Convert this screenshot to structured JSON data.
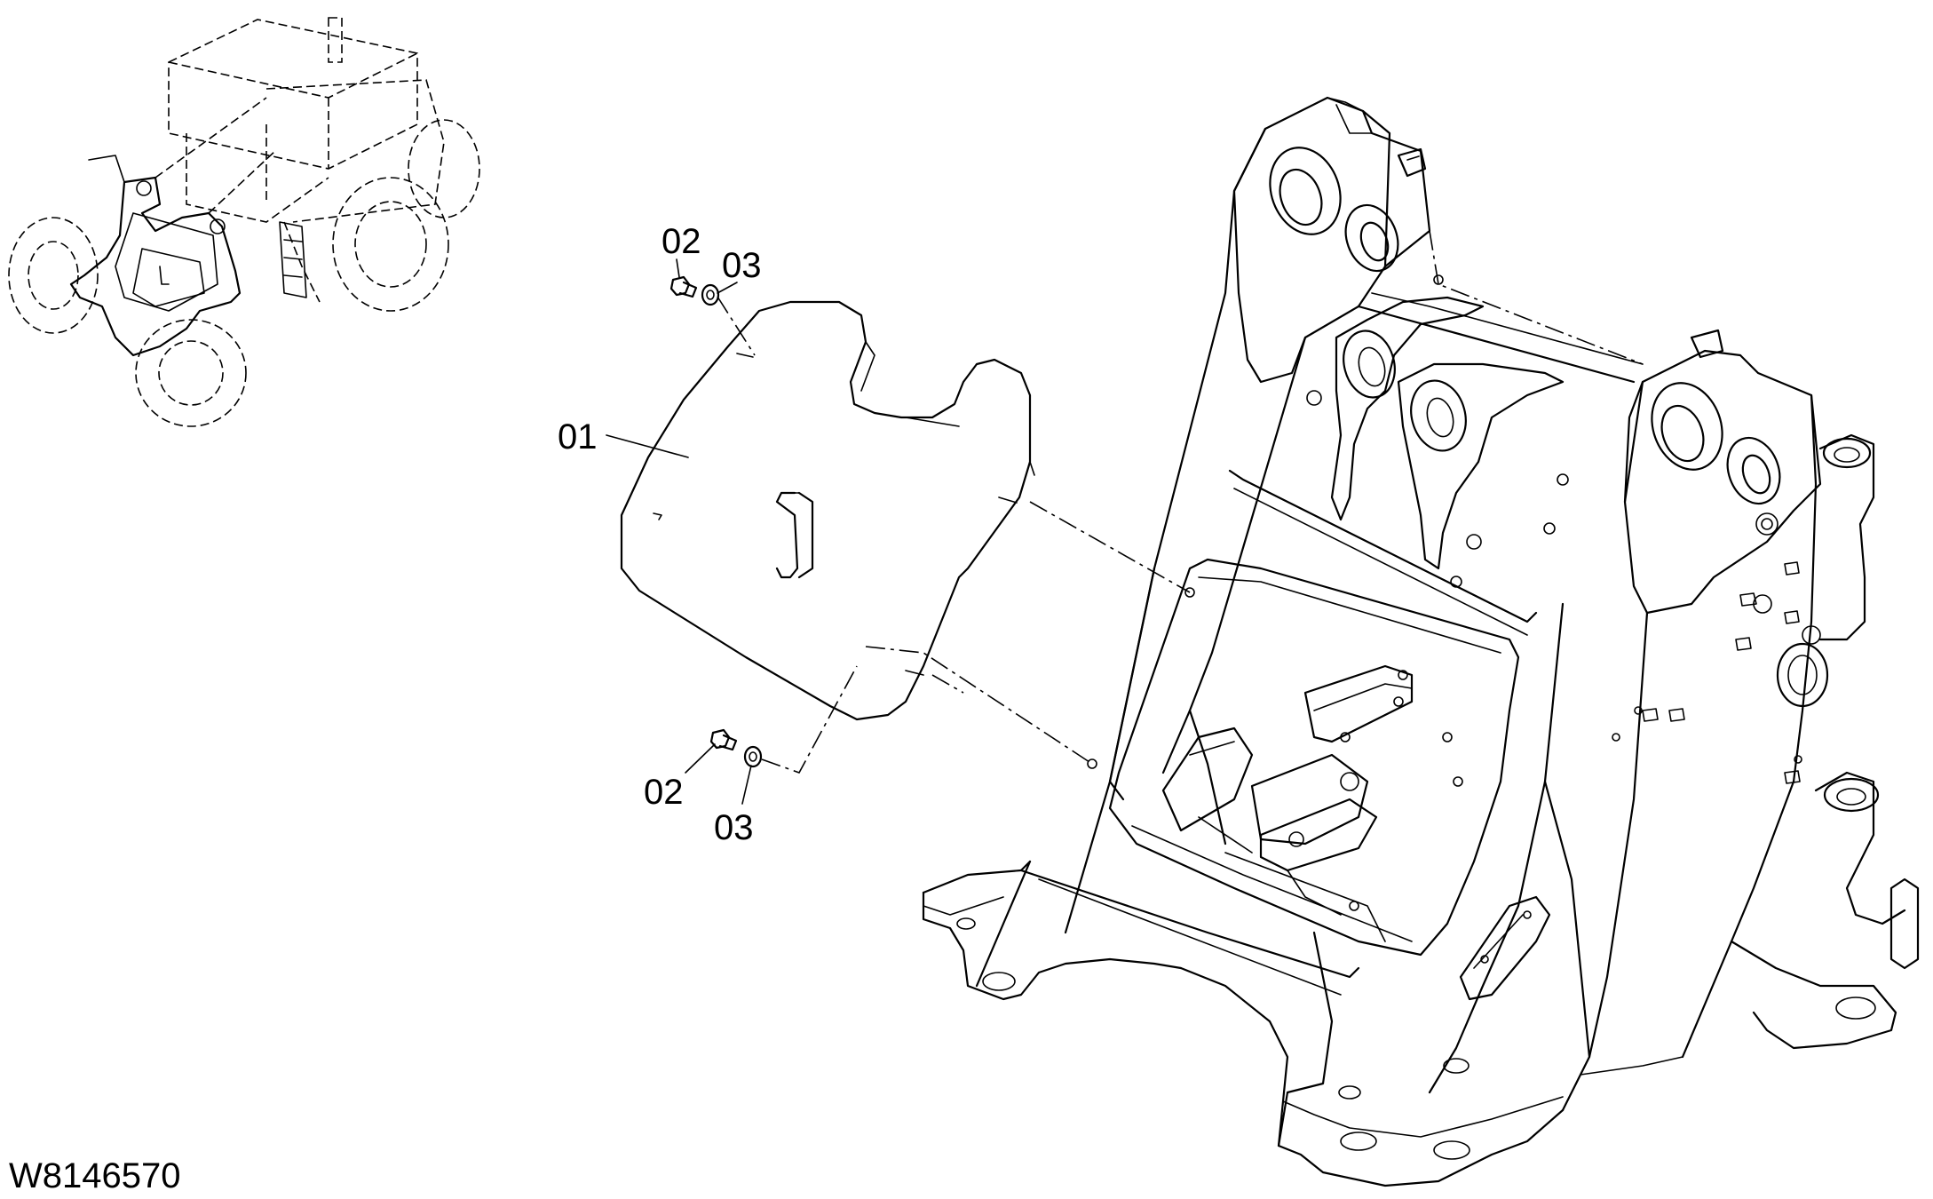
{
  "drawing_number": "W8146570",
  "callouts": [
    {
      "id": "part-01",
      "label": "01"
    },
    {
      "id": "part-02-top",
      "label": "02"
    },
    {
      "id": "part-03-top",
      "label": "03"
    },
    {
      "id": "part-02-bottom",
      "label": "02"
    },
    {
      "id": "part-03-bottom",
      "label": "03"
    }
  ]
}
